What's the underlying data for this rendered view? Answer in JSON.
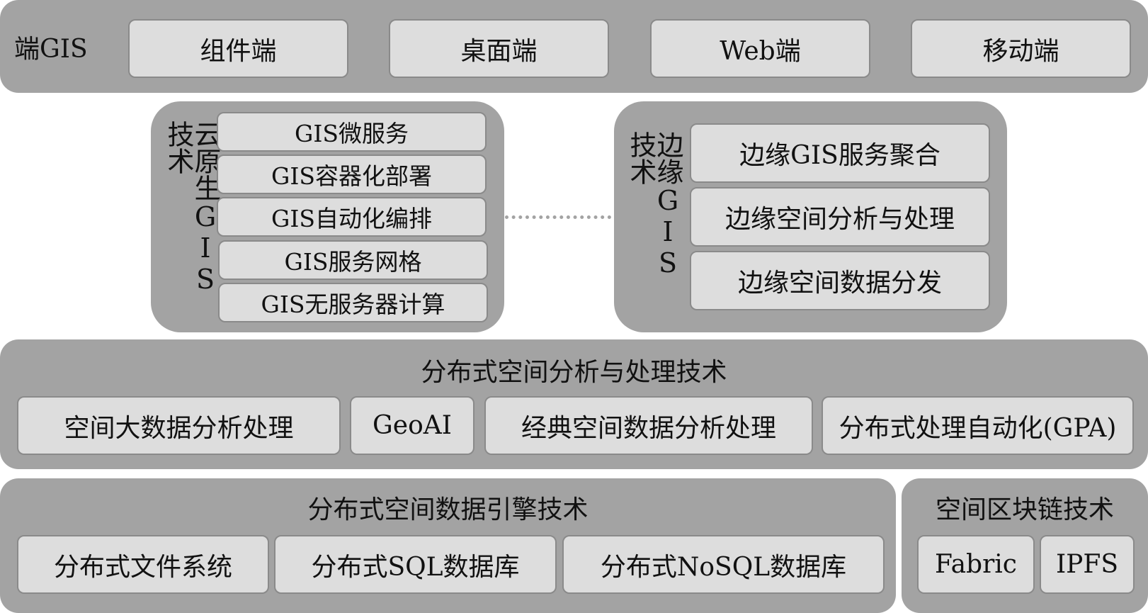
{
  "top_layer": {
    "label": "端GIS",
    "items": [
      "组件端",
      "桌面端",
      "Web端",
      "移动端"
    ]
  },
  "cloud_native": {
    "label": "云原生GIS技术",
    "items": [
      "GIS微服务",
      "GIS容器化部署",
      "GIS自动化编排",
      "GIS服务网格",
      "GIS无服务器计算"
    ]
  },
  "edge": {
    "label": "边缘GIS技术",
    "items": [
      "边缘GIS服务聚合",
      "边缘空间分析与处理",
      "边缘空间数据分发"
    ]
  },
  "analysis": {
    "title": "分布式空间分析与处理技术",
    "items": [
      "空间大数据分析处理",
      "GeoAI",
      "经典空间数据分析处理",
      "分布式处理自动化(GPA)"
    ]
  },
  "data_engine": {
    "title": "分布式空间数据引擎技术",
    "items": [
      "分布式文件系统",
      "分布式SQL数据库",
      "分布式NoSQL数据库"
    ]
  },
  "blockchain": {
    "title": "空间区块链技术",
    "items": [
      "Fabric",
      "IPFS"
    ]
  }
}
